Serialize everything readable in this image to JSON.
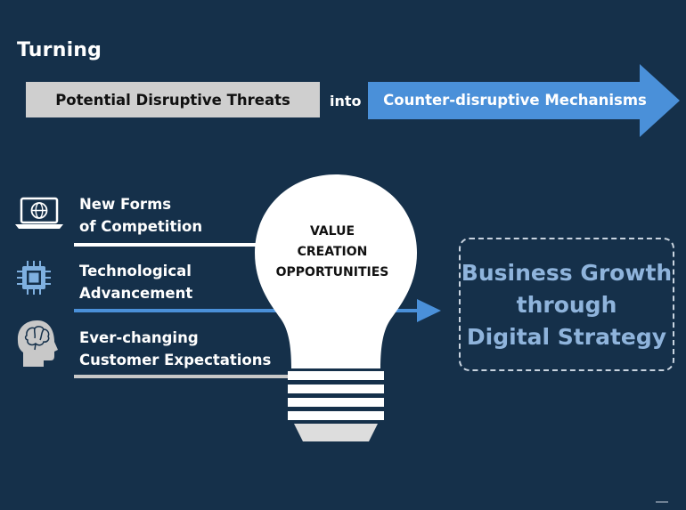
{
  "heading": "Turning",
  "threats_label": "Potential Disruptive Threats",
  "connector": "into",
  "mechanisms_label": "Counter-disruptive Mechanisms",
  "factors": [
    {
      "icon": "laptop-globe-icon",
      "line1": "New Forms",
      "line2": "of Competition"
    },
    {
      "icon": "processor-chip-icon",
      "line1": "Technological",
      "line2": "Advancement"
    },
    {
      "icon": "head-brain-icon",
      "line1": "Ever-changing",
      "line2": "Customer Expectations"
    }
  ],
  "bulb_text": [
    "VALUE",
    "CREATION",
    "OPPORTUNITIES"
  ],
  "outcome": [
    "Business Growth",
    "through",
    "Digital Strategy"
  ],
  "colors": {
    "background": "#15304a",
    "accent_blue": "#4a90d9",
    "outcome_text": "#8fb4dc",
    "threat_box": "#cfcfcf",
    "bulb": "#ffffff"
  }
}
